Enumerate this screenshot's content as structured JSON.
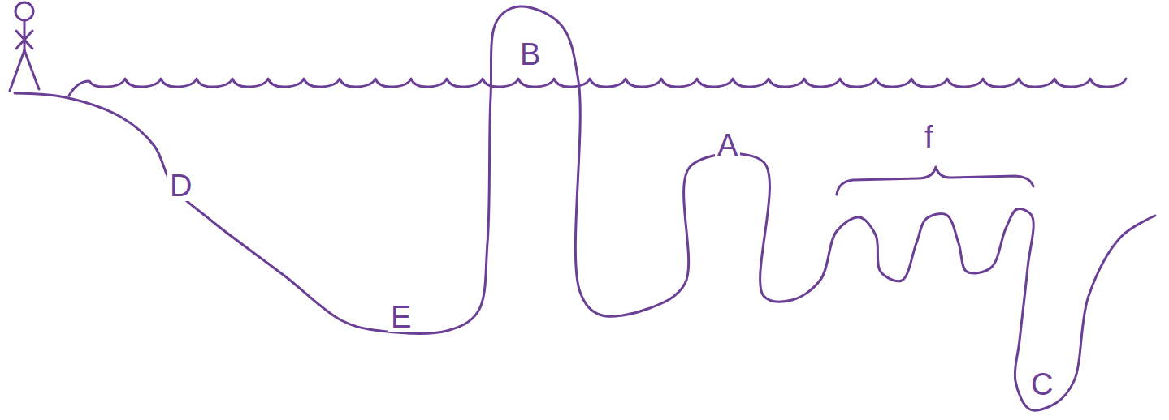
{
  "diagram": {
    "labels": [
      "D",
      "E",
      "B",
      "A",
      "f",
      "C"
    ]
  }
}
